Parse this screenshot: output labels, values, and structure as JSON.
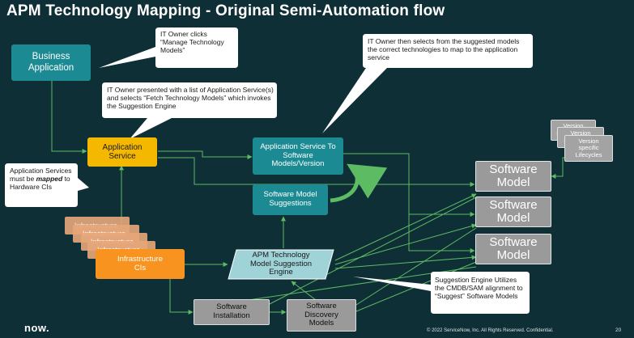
{
  "title": "APM Technology Mapping  - Original Semi-Automation flow",
  "nodes": {
    "business_application": "Business Application",
    "application_service": "Application Service",
    "app_service_to_models": "Application Service To Software Models/Version",
    "software_model_suggestions": "Software Model Suggestions",
    "suggestion_engine": "APM Technology Model Suggestion Engine",
    "infrastructure_cis": "Infrastructure CIs",
    "infrastructure_stack": "Infrastructure",
    "software_installation": "Software Installation",
    "software_discovery_models": "Software Discovery Models",
    "software_model": "Software Model",
    "version_stack": "Version specification",
    "version_front": "Version specific Lifecycles"
  },
  "callouts": {
    "it_owner_clicks": "IT Owner clicks “Manage Technology Models”",
    "it_owner_presented": "IT Owner presented with a list of Application Service(s) and selects “Fetch Technology Models” which invokes the Suggestion Engine",
    "it_owner_selects": "IT Owner then selects from the suggested models the correct technologies to map to the application service",
    "app_services_prefix": "Application Services must be ",
    "app_services_mapped": "mapped",
    "app_services_suffix": " to Hardware CIs",
    "suggestion_engine_utilizes": "Suggestion Engine Utilizes the CMDB/SAM alignment to “Suggest” Software Models"
  },
  "footer": {
    "copyright": "© 2022 ServiceNow, Inc. All Rights Reserved. Confidential.",
    "page": "20",
    "logo": "now."
  },
  "colors": {
    "background": "#0f2f36",
    "teal": "#1c8a93",
    "yellow": "#f5b800",
    "orange": "#f7931e",
    "grey": "#9a9a9a",
    "arrow_green": "#5dbb63"
  }
}
